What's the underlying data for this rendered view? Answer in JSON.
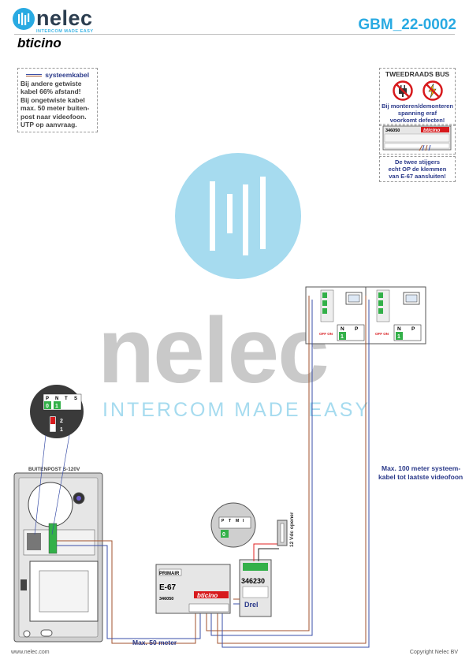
{
  "header": {
    "brand": "nelec",
    "tagline": "INTERCOM MADE EASY",
    "partner": "bticino",
    "doc_id": "GBM_22-0002"
  },
  "note": {
    "title": "systeemkabel",
    "lines": [
      "Bij andere getwiste",
      "kabel 66% afstand!",
      "Bij ongetwiste kabel",
      "max. 50 meter buiten-",
      "post naar videofoon.",
      "UTP op aanvraag."
    ]
  },
  "bus_warning": {
    "title": "TWEEDRAADS BUS",
    "lines": [
      "Bij monteren/demonteren",
      "spanning eraf",
      "voorkomt defecten!"
    ],
    "module_code": "346050",
    "module_brand": "bticino",
    "risers_lines": [
      "De twee stijgers",
      "echt OP de klemmen",
      "van E-67 aansluiten!"
    ]
  },
  "watermark": {
    "brand": "nelec",
    "tagline": "INTERCOM MADE EASY"
  },
  "outdoor": {
    "title": "BUITENPOST S-120V",
    "dip_labels": [
      "P",
      "N",
      "T",
      "S"
    ],
    "dip_values": [
      "0",
      "1"
    ],
    "jumper_labels": [
      "2",
      "1"
    ]
  },
  "psu": {
    "label_top": "PRIMAIR",
    "model": "E-67",
    "code": "346050",
    "brand": "bticino"
  },
  "relay": {
    "code": "346230",
    "label": "Drel",
    "dip_labels": [
      "P",
      "T",
      "M",
      "I"
    ],
    "dip_value": "0"
  },
  "lock": {
    "label": "12 Vdc opener"
  },
  "monitors": [
    {
      "off_label": "OFF ON",
      "np": [
        "N",
        "P"
      ],
      "value": "1"
    },
    {
      "off_label": "OFF ON",
      "np": [
        "N",
        "P"
      ],
      "value": "1"
    }
  ],
  "labels": {
    "max50": "Max. 50 meter",
    "max100_line1": "Max. 100 meter systeem-",
    "max100_line2": "kabel tot laatste videofoon"
  },
  "footer": {
    "left": "www.nelec.com",
    "right": "Copyright Nelec BV"
  },
  "colors": {
    "accent": "#29aae2",
    "navy": "#2b3a8a",
    "brown_wire": "#a0522d",
    "blue_wire": "#3a4fa8",
    "red_wire": "#e02020",
    "terminal_green": "#33b049"
  }
}
